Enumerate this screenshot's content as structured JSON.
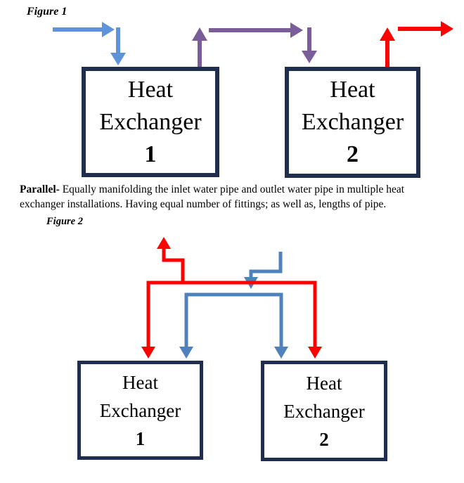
{
  "figure1": {
    "label": "Figure 1",
    "boxes": [
      {
        "line1": "Heat",
        "line2": "Exchanger",
        "number": "1"
      },
      {
        "line1": "Heat",
        "line2": "Exchanger",
        "number": "2"
      }
    ]
  },
  "paragraph": {
    "bold_term": "Parallel-",
    "text": " Equally manifolding the inlet water pipe and outlet water pipe in multiple heat exchanger installations. Having equal number of fittings; as well as, lengths of pipe."
  },
  "figure2": {
    "label": "Figure 2",
    "boxes": [
      {
        "line1": "Heat",
        "line2": "Exchanger",
        "number": "1"
      },
      {
        "line1": "Heat",
        "line2": "Exchanger",
        "number": "2"
      }
    ]
  },
  "colors": {
    "page_bg": "#ffffff",
    "text": "#000000",
    "box_border": "#1F2E4E",
    "fig1_blue": "#5E92D9",
    "purple": "#7A5C99",
    "red": "#FE0000",
    "fig2_blue": "#4F81BD"
  }
}
